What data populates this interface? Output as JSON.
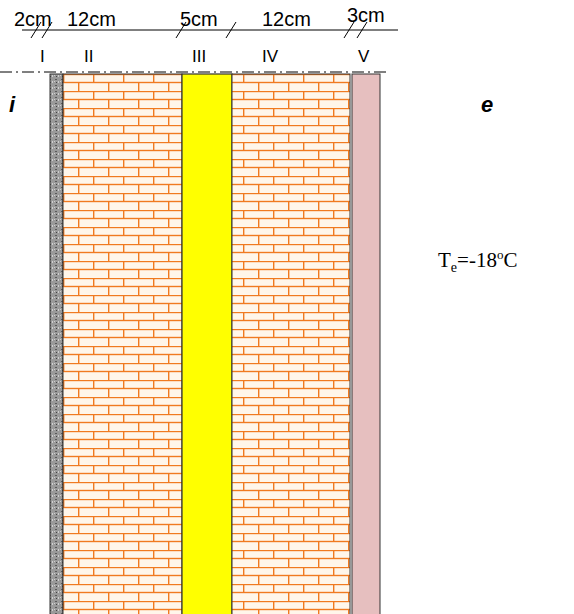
{
  "diagram": {
    "labels": [
      "2cm",
      "12cm",
      "5cm",
      "12cm",
      "3cm",
      "I",
      "II",
      "III",
      "IV",
      "V",
      "i",
      "e",
      "Te=-18oC"
    ]
  }
}
